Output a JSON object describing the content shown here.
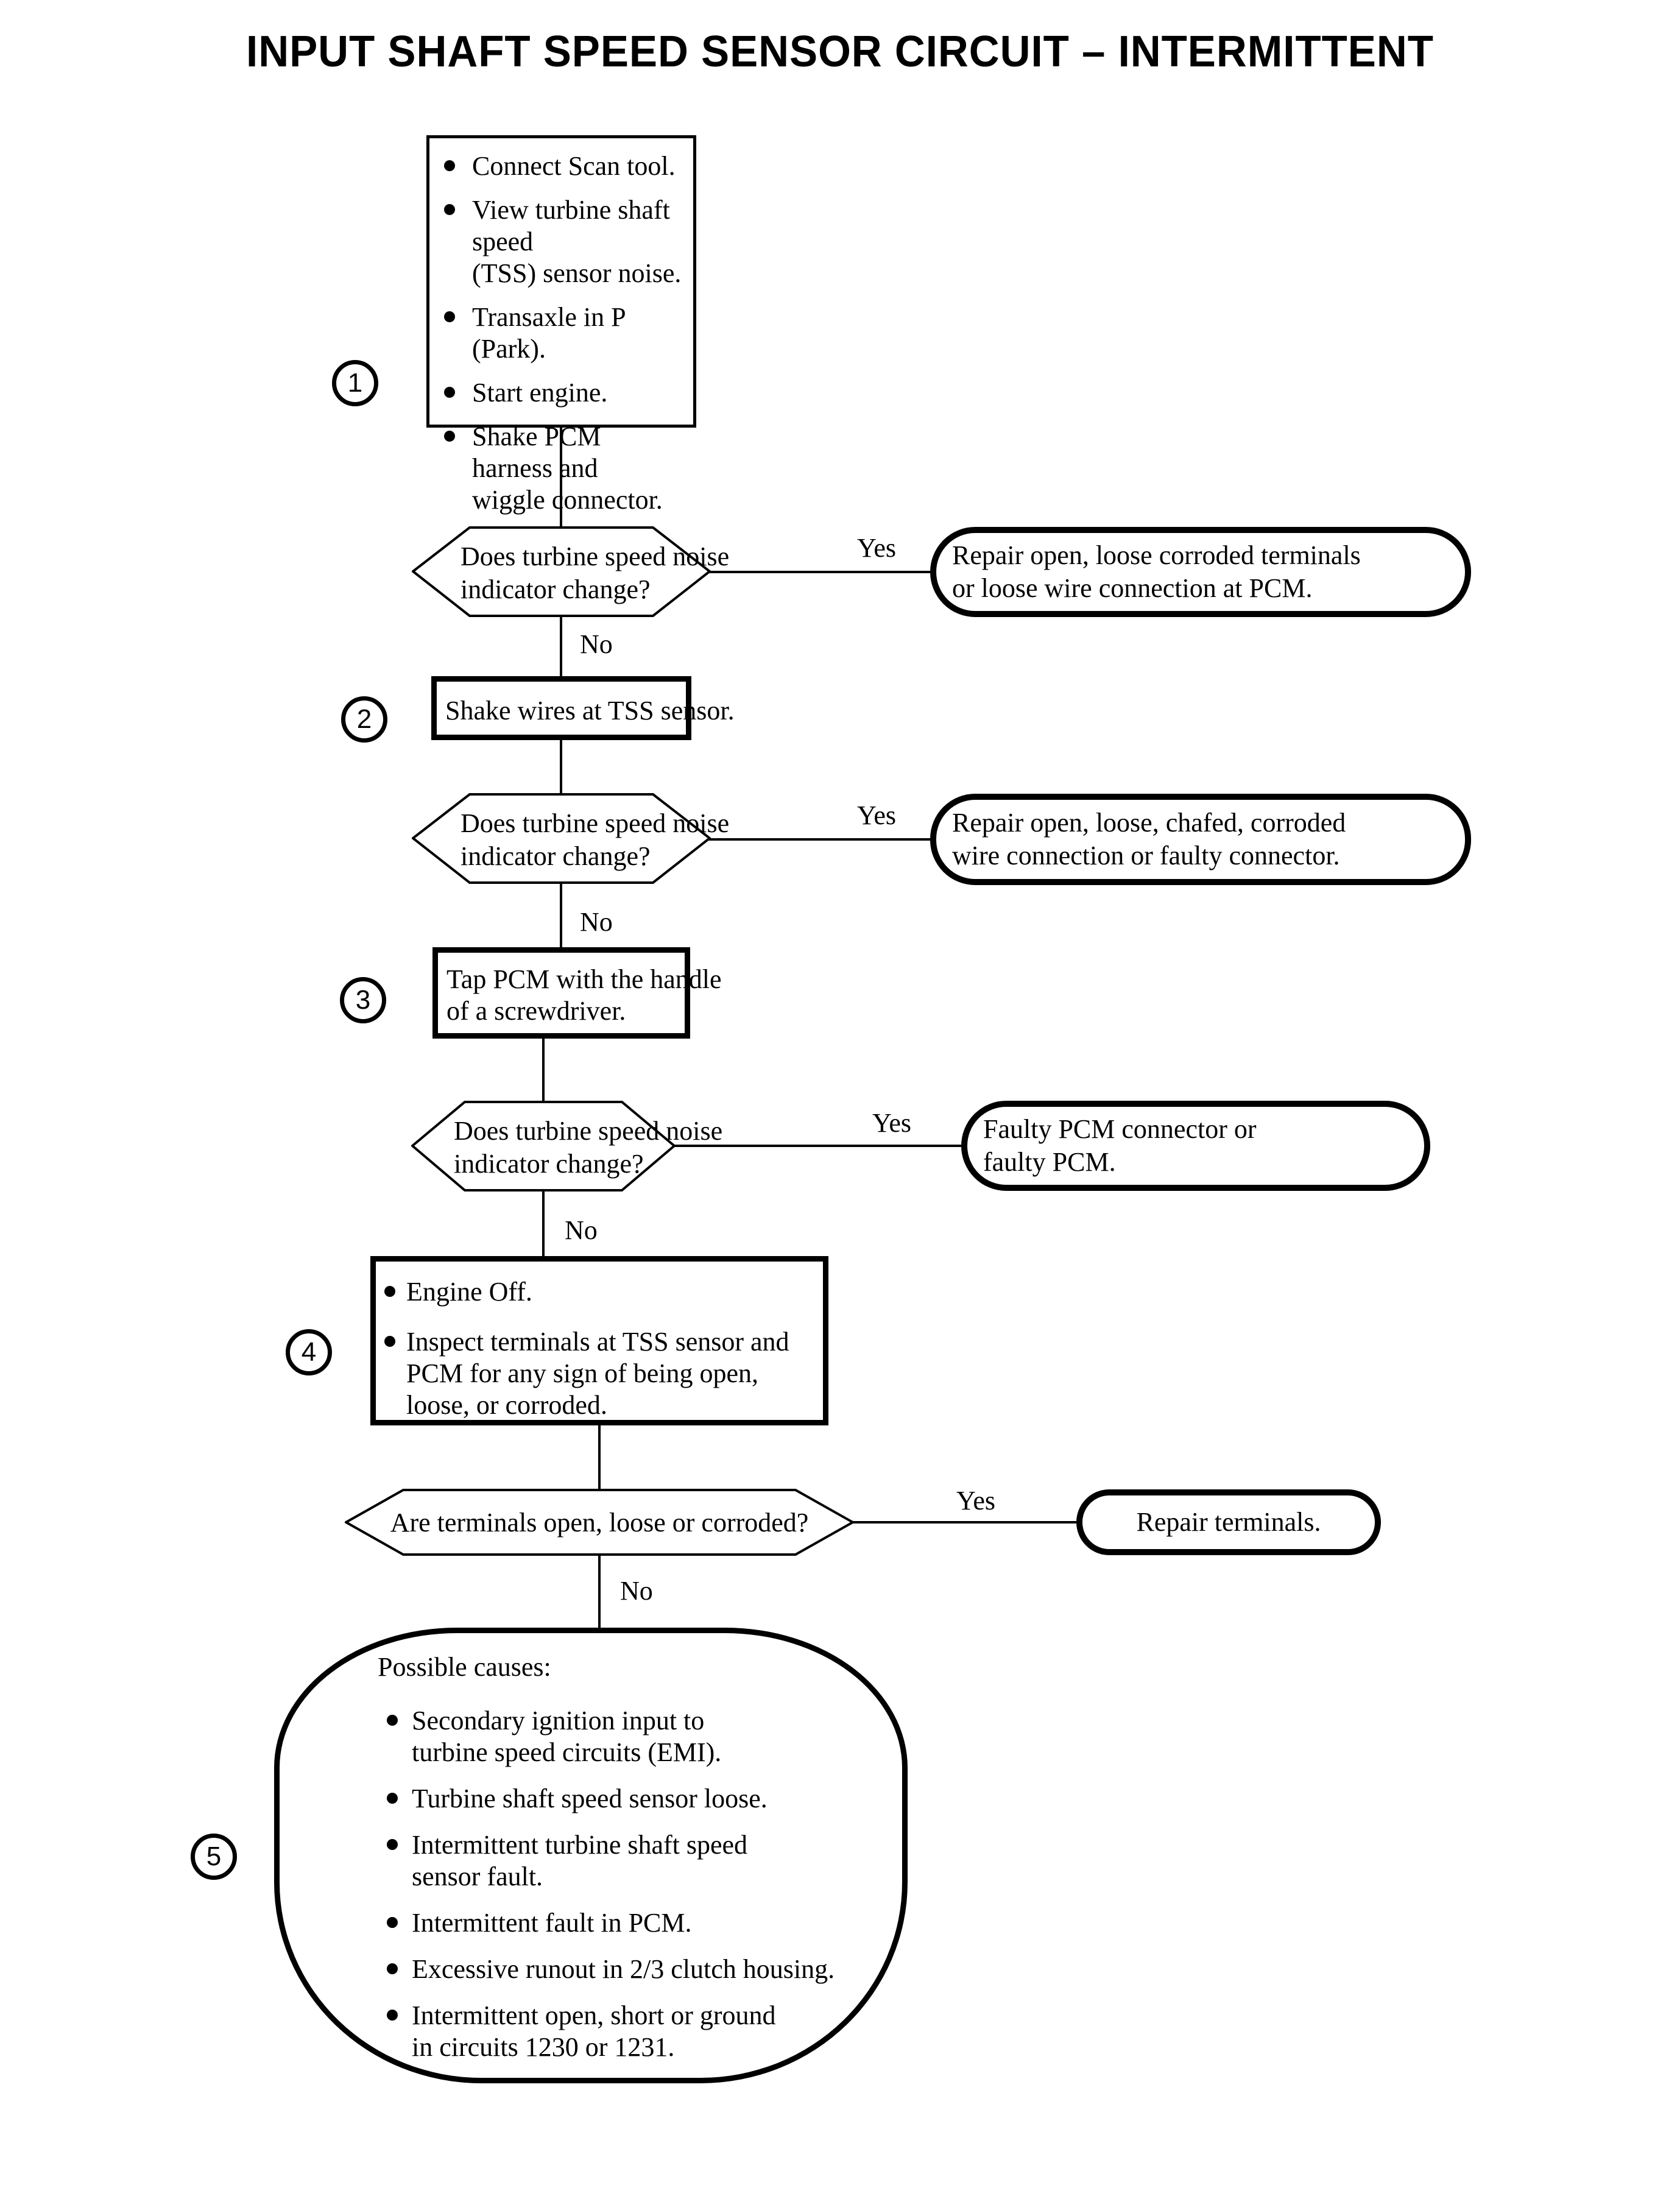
{
  "title": "INPUT SHAFT SPEED SENSOR CIRCUIT – INTERMITTENT",
  "labels": {
    "yes": "Yes",
    "no": "No"
  },
  "badges": [
    "1",
    "2",
    "3",
    "4",
    "5"
  ],
  "step1": {
    "bullets": [
      [
        "Connect Scan tool."
      ],
      [
        "View turbine shaft speed",
        "(TSS) sensor noise."
      ],
      [
        "Transaxle in P (Park)."
      ],
      [
        "Start engine."
      ],
      [
        "Shake PCM harness and",
        "wiggle connector."
      ]
    ]
  },
  "step2": {
    "text": "Shake wires at TSS sensor."
  },
  "step3": {
    "lines": [
      "Tap PCM with the handle",
      "of a screwdriver."
    ]
  },
  "step4": {
    "bullets": [
      [
        "Engine Off."
      ],
      [
        "Inspect terminals at TSS sensor and",
        "PCM for any sign of being open,",
        "loose, or corroded."
      ]
    ]
  },
  "step5": {
    "heading": "Possible causes:",
    "bullets": [
      [
        "Secondary ignition input to",
        "turbine speed circuits (EMI)."
      ],
      [
        "Turbine shaft speed sensor loose."
      ],
      [
        "Intermittent turbine shaft speed",
        "sensor fault."
      ],
      [
        "Intermittent fault in PCM."
      ],
      [
        "Excessive runout in 2/3 clutch housing."
      ],
      [
        "Intermittent open, short or ground",
        "in circuits 1230 or 1231."
      ]
    ]
  },
  "decisions": [
    {
      "lines": [
        "Does turbine speed noise",
        "indicator change?"
      ]
    },
    {
      "lines": [
        "Does turbine speed noise",
        "indicator change?"
      ]
    },
    {
      "lines": [
        "Does turbine speed noise",
        "indicator change?"
      ]
    },
    {
      "lines": [
        "Are terminals open, loose or corroded?"
      ]
    }
  ],
  "terminals": [
    {
      "lines": [
        "Repair open, loose corroded terminals",
        "or loose wire connection at PCM."
      ]
    },
    {
      "lines": [
        "Repair open, loose, chafed, corroded",
        "wire connection or faulty connector."
      ]
    },
    {
      "lines": [
        "Faulty PCM connector or",
        "faulty PCM."
      ]
    },
    {
      "lines": [
        "Repair terminals."
      ]
    }
  ]
}
